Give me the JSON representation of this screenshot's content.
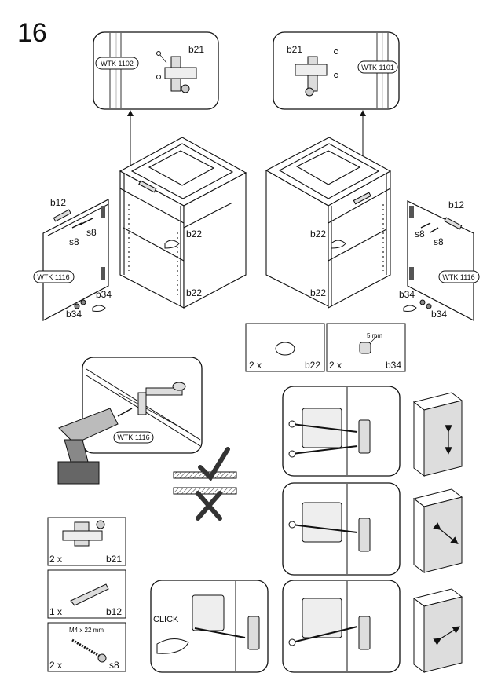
{
  "step_number": "16",
  "callouts": {
    "top_left": {
      "code": "WTK 1102",
      "part": "b21"
    },
    "top_right": {
      "code": "WTK 1101",
      "part": "b21"
    }
  },
  "left_assembly": {
    "handle": "b12",
    "screw_a": "s8",
    "screw_b": "s8",
    "door_code": "WTK 1116",
    "cap_a": "b34",
    "cap_b": "b34",
    "bumper_upper": "b22",
    "bumper_lower": "b22"
  },
  "right_assembly": {
    "handle": "b12",
    "screw_a": "s8",
    "screw_b": "s8",
    "door_code": "WTK 1116",
    "cap_a": "b34",
    "cap_b": "b34",
    "bumper_upper": "b22",
    "bumper_lower": "b22"
  },
  "parts_boxes": [
    {
      "qty": "2 x",
      "part": "b22",
      "note": ""
    },
    {
      "qty": "2 x",
      "part": "b34",
      "note": "5 mm"
    }
  ],
  "drill_callout": {
    "code": "WTK 1116"
  },
  "parts_list": [
    {
      "qty": "2 x",
      "part": "b21",
      "note": ""
    },
    {
      "qty": "1 x",
      "part": "b12",
      "note": ""
    },
    {
      "qty": "2 x",
      "part": "s8",
      "note": "M4 x 22 mm"
    }
  ],
  "click_label": "CLICK"
}
